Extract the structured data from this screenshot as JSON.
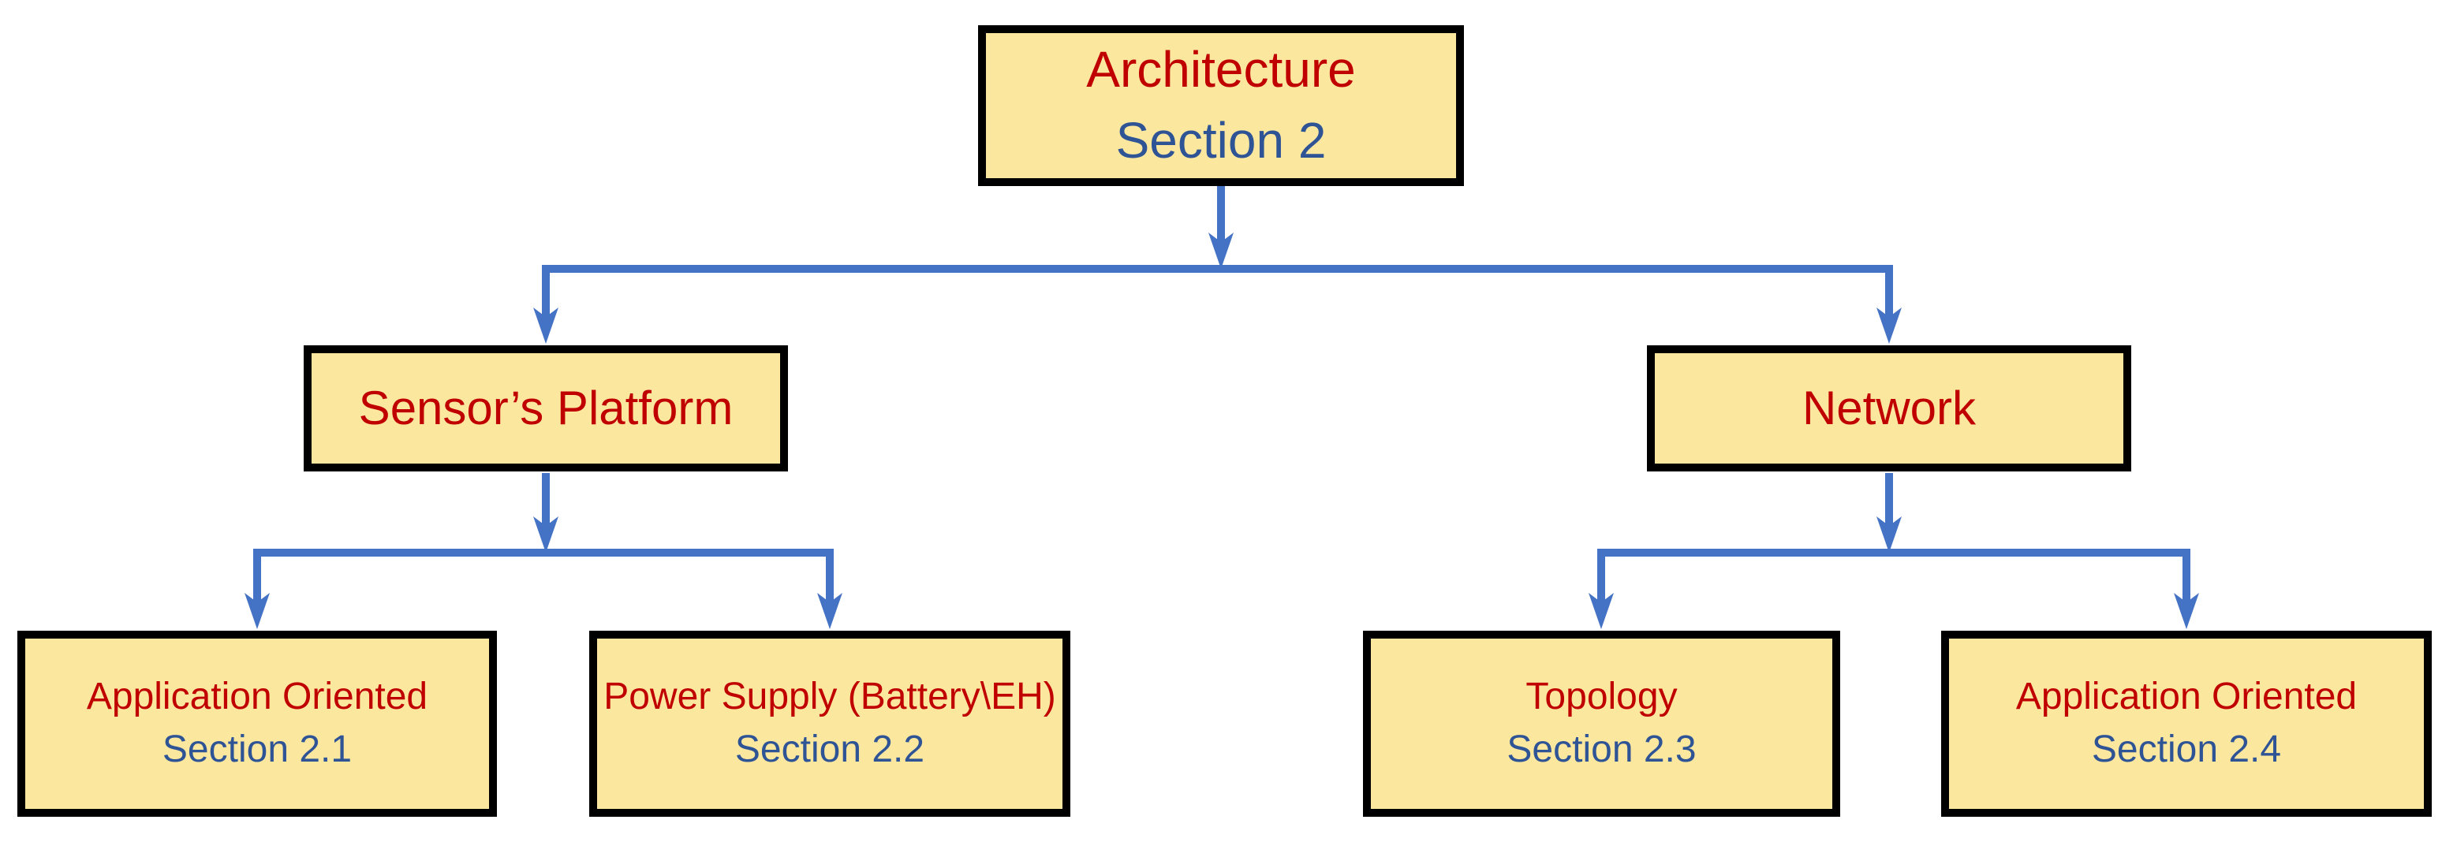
{
  "diagram": {
    "type": "tree",
    "description": "Section overview flowchart",
    "nodes": {
      "architecture": {
        "title": "Architecture",
        "section": "Section 2"
      },
      "sensors_platform": {
        "title": "Sensor’s Platform"
      },
      "network": {
        "title": "Network"
      },
      "application_oriented_1": {
        "title": "Application Oriented",
        "section": "Section 2.1"
      },
      "power_supply": {
        "title": "Power Supply (Battery\\EH)",
        "section": "Section 2.2"
      },
      "topology": {
        "title": "Topology",
        "section": "Section 2.3"
      },
      "application_oriented_2": {
        "title": "Application Oriented",
        "section": "Section 2.4"
      }
    },
    "edges": [
      {
        "from": "architecture",
        "to": "sensors_platform"
      },
      {
        "from": "architecture",
        "to": "network"
      },
      {
        "from": "sensors_platform",
        "to": "application_oriented_1"
      },
      {
        "from": "sensors_platform",
        "to": "power_supply"
      },
      {
        "from": "network",
        "to": "topology"
      },
      {
        "from": "network",
        "to": "application_oriented_2"
      }
    ]
  },
  "colors": {
    "background": "#FFFFFF",
    "box_fill": "#FCE79E",
    "box_border": "#000000",
    "title_red": "#C00000",
    "section_blue": "#2F5496",
    "connector_blue": "#4472C4"
  }
}
